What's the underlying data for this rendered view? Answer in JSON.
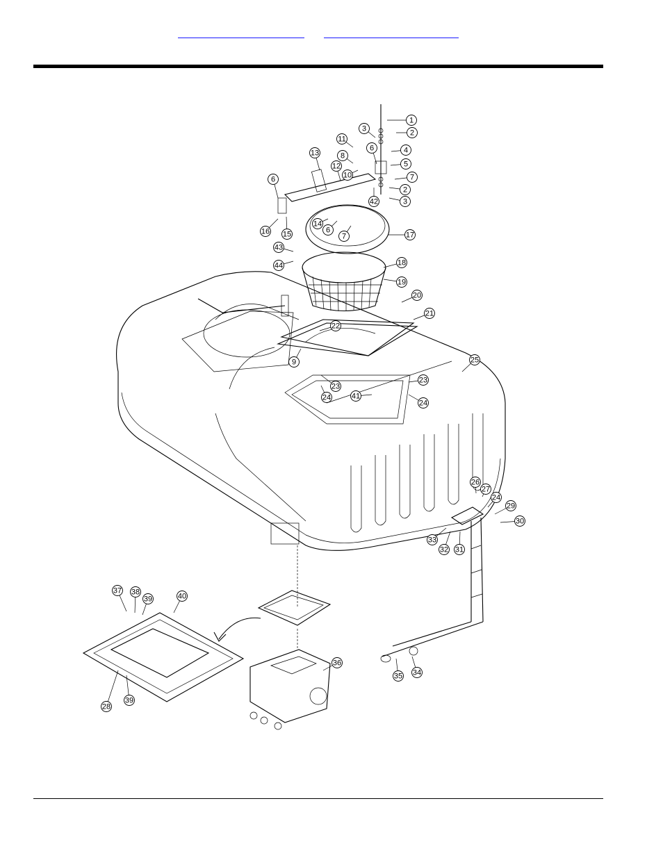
{
  "header": {
    "links": [
      {
        "text": ""
      },
      {
        "text": ""
      }
    ]
  },
  "figure": {
    "callouts": [
      "1",
      "2",
      "3",
      "4",
      "5",
      "6",
      "7",
      "8",
      "9",
      "10",
      "11",
      "12",
      "13",
      "14",
      "15",
      "16",
      "17",
      "18",
      "19",
      "20",
      "21",
      "22",
      "23",
      "24",
      "25",
      "26",
      "27",
      "28",
      "29",
      "30",
      "31",
      "32",
      "33",
      "34",
      "35",
      "36",
      "37",
      "38",
      "39",
      "40",
      "41",
      "42",
      "43",
      "44"
    ]
  }
}
